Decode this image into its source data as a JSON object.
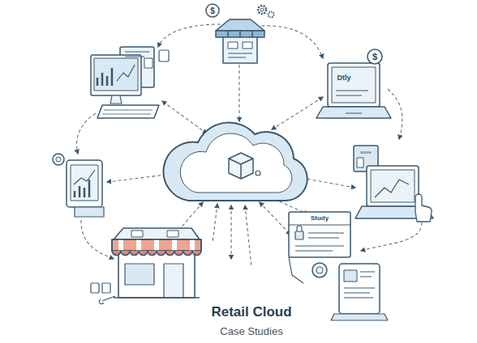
{
  "diagram": {
    "title": "Retail Cloud",
    "caption": "Case Studies",
    "labels": [
      "$",
      "Dtly",
      "$",
      "store",
      "Study"
    ]
  }
}
